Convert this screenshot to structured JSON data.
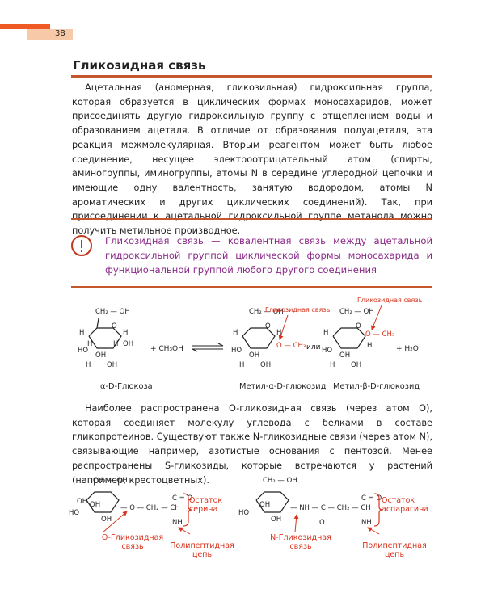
{
  "page": {
    "number": "38"
  },
  "section": {
    "title": "Гликозидная связь"
  },
  "paragraph1": "Ацетальная (аномерная, гликозильная) гидроксильная группа, которая образуется в циклических формах моносахаридов, может присоединять другую гидроксильную группу с отщеплением воды и образованием ацеталя. В отличие от образования полуацеталя, эта реакция межмолекулярная. Вторым реагентом может быть любое соединение, несущее электроотрицательный атом (спирты, аминогруппы, иминогруппы, атомы N в середине углеродной цепочки и имеющие одну валентность, занятую водородом, атомы N ароматических и других циклических соединений). Так, при присоединении к ацетальной гидроксильной группе метанола можно получить метильное производное.",
  "note": {
    "icon": "exclamation-icon",
    "text": "Гликозидная связь — ковалентная связь между ацетальной гидроксильной группой циклической формы моносахарида и функциональной группой любого другого соединения"
  },
  "reaction": {
    "reagent1_label": "α-D-Глюкоза",
    "plus_methanol": "+ CH₃OH",
    "product1_label": "Метил-α-D-глюкозид",
    "or": "или",
    "product2_label": "Метил-β-D-глюкозид",
    "plus_water": "+ H₂O",
    "bond_label_1": "Гликозидная связь",
    "bond_label_2": "Гликозидная связь",
    "ch2oh": "CH₂ — OH",
    "h": "H",
    "oh": "OH",
    "ho": "HO",
    "o": "O",
    "och3": "O — CH₃"
  },
  "paragraph2": "Наиболее распространена O-гликозидная связь (через атом O), которая соединяет молекулу углевода с белками в составе гликопротеинов. Существуют также N-гликозидные связи (через атом N), связывающие например, азотистые основания с пентозой. Менее распространены S-гликозиды, которые встречаются у растений (например, крестоцветных).",
  "bottom": {
    "o_bond_label": "O-Гликозидная связь",
    "n_bond_label": "N-Гликозидная связь",
    "serine_label": "Остаток серина",
    "asparagine_label": "Остаток аспарагина",
    "chain_label_1": "Полипептидная цепь",
    "chain_label_2": "Полипептидная цепь",
    "o_ch2": "— O — CH₂ — CH",
    "c_eq_o": "C = O",
    "nh": "NH",
    "nh_c": "— NH — C — CH₂ — CH",
    "o_double": "O"
  },
  "colors": {
    "accent": "#c4572c",
    "note": "#8b2a88",
    "red": "#d9341e"
  }
}
